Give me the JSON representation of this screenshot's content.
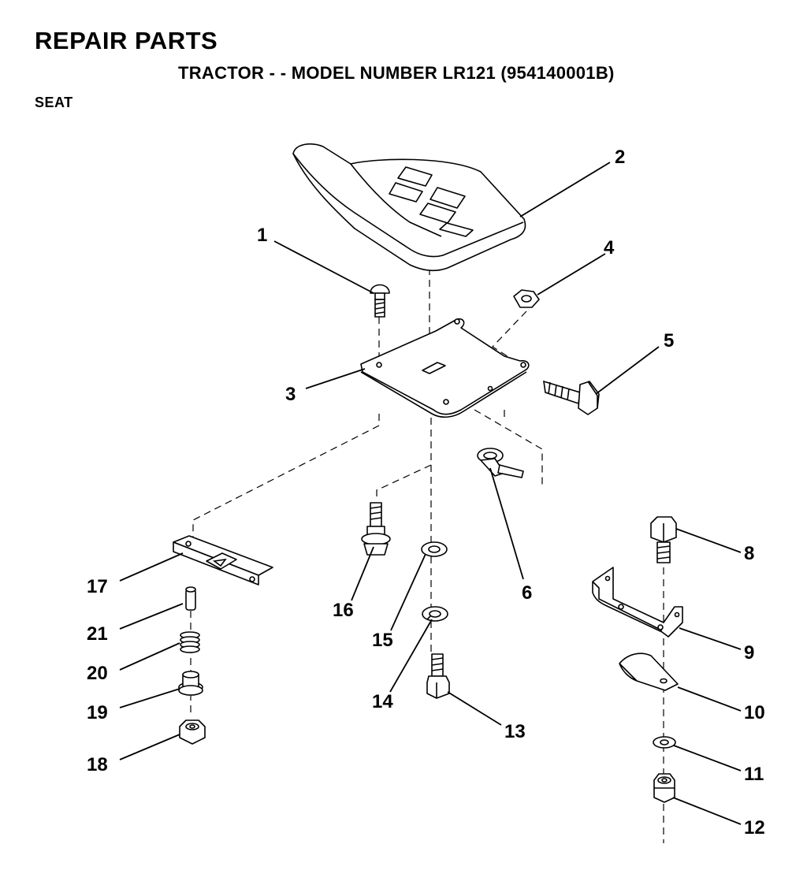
{
  "header": {
    "title": "REPAIR PARTS",
    "subtitle": "TRACTOR - - MODEL NUMBER LR121 (954140001B)",
    "section": "SEAT"
  },
  "callouts": [
    "1",
    "2",
    "3",
    "4",
    "5",
    "6",
    "8",
    "9",
    "10",
    "11",
    "12",
    "13",
    "14",
    "15",
    "16",
    "17",
    "18",
    "19",
    "20",
    "21"
  ]
}
